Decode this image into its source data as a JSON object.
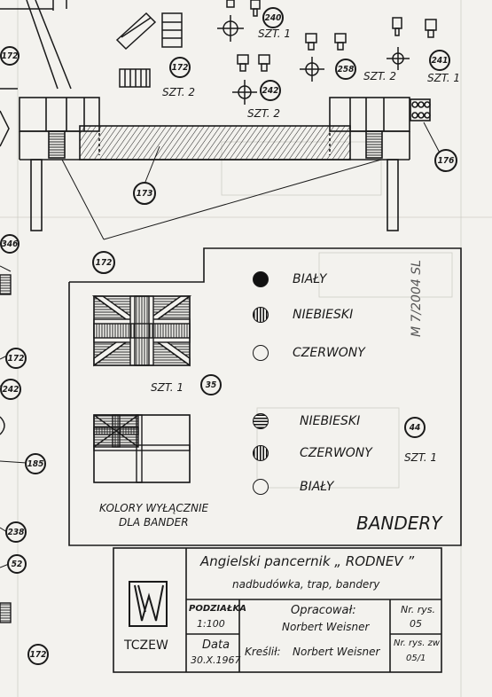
{
  "drawing": {
    "part_numbers": {
      "p240": "240",
      "p241": "241",
      "p242": "242",
      "p258": "258",
      "p172a": "172",
      "p172b": "172",
      "p172c": "172",
      "p172d": "172",
      "p172e": "172",
      "p173": "173",
      "p176": "176",
      "p346": "346",
      "p185": "185",
      "p238": "238",
      "p52": "52",
      "p242b": "242",
      "p35": "35",
      "p44": "44"
    },
    "quantities": {
      "q1": "SZT. 1",
      "q2": "SZT. 2",
      "q3": "SZT. 2",
      "q4": "SZT. 2",
      "q5": "SZT. 1",
      "q6": "SZT. 1",
      "q7": "SZT. 1"
    },
    "side_stamp": "M 7/2004 SL"
  },
  "legend": {
    "flag1_colors": [
      "BIAŁY",
      "NIEBIESKI",
      "CZERWONY"
    ],
    "flag2_colors": [
      "NIEBIESKI",
      "CZERWONY",
      "BIAŁY"
    ],
    "note_line1": "KOLORY WYŁĄCZNIE",
    "note_line2": "DLA BANDER",
    "section_title": "BANDERY"
  },
  "title_block": {
    "logo_text": "TCZEW",
    "model_title": "Angielski pancernik „ RODNEV ”",
    "model_subtitle": "nadbudówka, trap, bandery",
    "scale_label": "PODZIAŁKA",
    "scale_value": "1:100",
    "date_label": "Data",
    "date_value": "30.X.1967",
    "prepared_label": "Opracował:",
    "prepared_by": "Norbert Weisner",
    "drawn_label": "Kreślił:",
    "drawn_by": "Norbert Weisner",
    "sheet_no_label": "Nr. rys.",
    "sheet_no": "05",
    "assembly_no_label": "Nr. rys. zw",
    "assembly_no": "05/1"
  }
}
